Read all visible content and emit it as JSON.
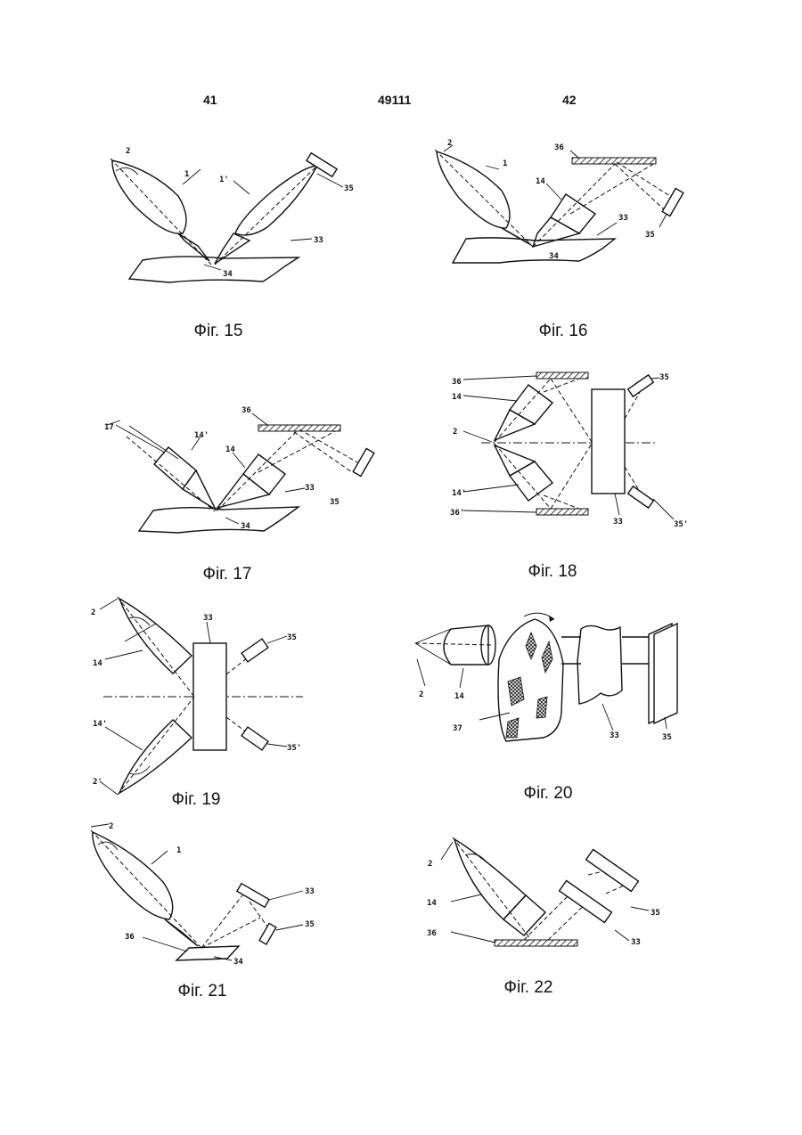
{
  "header": {
    "left_page": "41",
    "doc_number": "49111",
    "right_page": "42"
  },
  "figures": [
    {
      "caption": "Фіг. 15",
      "labels": [
        "2",
        "1",
        "1'",
        "35",
        "33",
        "34"
      ]
    },
    {
      "caption": "Фіг. 16",
      "labels": [
        "2",
        "1",
        "36",
        "14",
        "33",
        "35",
        "34"
      ]
    },
    {
      "caption": "Фіг. 17",
      "labels": [
        "17",
        "14'",
        "36",
        "14",
        "33",
        "35",
        "34"
      ]
    },
    {
      "caption": "Фіг. 18",
      "labels": [
        "36",
        "35",
        "14",
        "2",
        "14'",
        "36'",
        "33",
        "35'"
      ]
    },
    {
      "caption": "Фіг. 19",
      "labels": [
        "2",
        "33",
        "35",
        "14",
        "14'",
        "35'",
        "2'"
      ]
    },
    {
      "caption": "Фіг. 20",
      "labels": [
        "2",
        "14",
        "37",
        "33",
        "35"
      ]
    },
    {
      "caption": "Фіг. 21",
      "labels": [
        "2",
        "1",
        "33",
        "35",
        "36",
        "34"
      ]
    },
    {
      "caption": "Фіг. 22",
      "labels": [
        "2",
        "14",
        "36",
        "35",
        "33"
      ]
    }
  ]
}
